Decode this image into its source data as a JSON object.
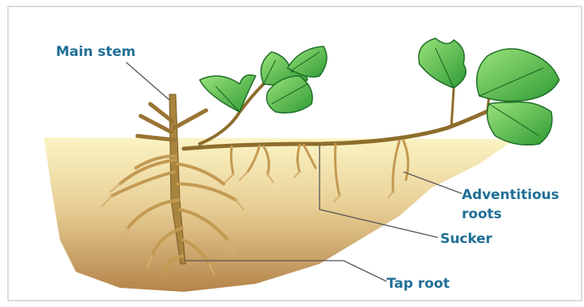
{
  "labels": {
    "main_stem": "Main stem",
    "adventitious_line1": "Adventitious",
    "adventitious_line2": "roots",
    "sucker": "Sucker",
    "tap_root": "Tap root"
  },
  "colors": {
    "label_text": "#1f6f96",
    "soil_top": "#f7efb8",
    "soil_bottom": "#b88a4f",
    "stem": "#9a7a3a",
    "root": "#c9a35f",
    "leaf": "#4cbf3f",
    "leaf_dark": "#1f7a2a",
    "pointer_line": "#555555",
    "frame_border": "#b0b0b0"
  }
}
